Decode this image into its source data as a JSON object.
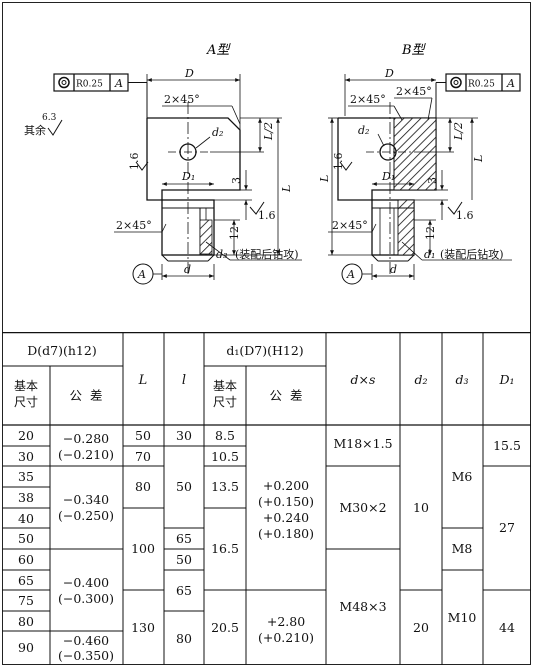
{
  "drawing": {
    "view_a_title": "A型",
    "view_b_title": "B型",
    "tolerance_value": "R0.25",
    "tolerance_datum": "A",
    "datum_label": "A",
    "dim_D": "D",
    "dim_L": "L",
    "dim_L_half": "L/2",
    "dim_d": "d",
    "dim_d1": "d₁",
    "dim_d2": "d₂",
    "dim_d3": "d₃",
    "dim_D1": "D₁",
    "dim_3": "3",
    "dim_12": "12",
    "chamfer": "2×45°",
    "roughness_1_6": "1.6",
    "rest_roughness_label": "其余",
    "rest_roughness_value": "6.3",
    "drill_note": "(装配后钻攻)"
  },
  "table": {
    "header_D": "D(d7)(h12)",
    "header_d1": "d₁(D7)(H12)",
    "header_basic_size": "基本尺寸",
    "header_tolerance": "公  差",
    "header_L": "L",
    "header_l": "l",
    "header_dxs": "d×s",
    "header_d2": "d₂",
    "header_d3": "d₃",
    "header_D1": "D₁",
    "D_sizes": [
      "20",
      "30",
      "35",
      "38",
      "40",
      "50",
      "60",
      "65",
      "75",
      "80",
      "90"
    ],
    "D_tol": [
      [
        "−0.280",
        "(−0.210)"
      ],
      [
        "−0.340",
        "(−0.250)"
      ],
      [
        "−0.400",
        "(−0.300)"
      ],
      [
        "−0.460",
        "(−0.350)"
      ]
    ],
    "L": [
      "50",
      "70",
      "80",
      "100",
      "130"
    ],
    "l": [
      "30",
      "50",
      "65",
      "50",
      "65",
      "80"
    ],
    "d1_sizes": [
      "8.5",
      "10.5",
      "13.5",
      "16.5",
      "20.5"
    ],
    "d1_tol": [
      [
        "+0.200",
        "(+0.150)",
        "+0.240",
        "(+0.180)"
      ],
      [
        "+2.80",
        "(+0.210)"
      ]
    ],
    "dxs": [
      "M18×1.5",
      "M30×2",
      "M48×3"
    ],
    "d2": [
      "10",
      "20"
    ],
    "d3": [
      "M6",
      "M8",
      "M10"
    ],
    "D1": [
      "15.5",
      "27",
      "44"
    ]
  }
}
